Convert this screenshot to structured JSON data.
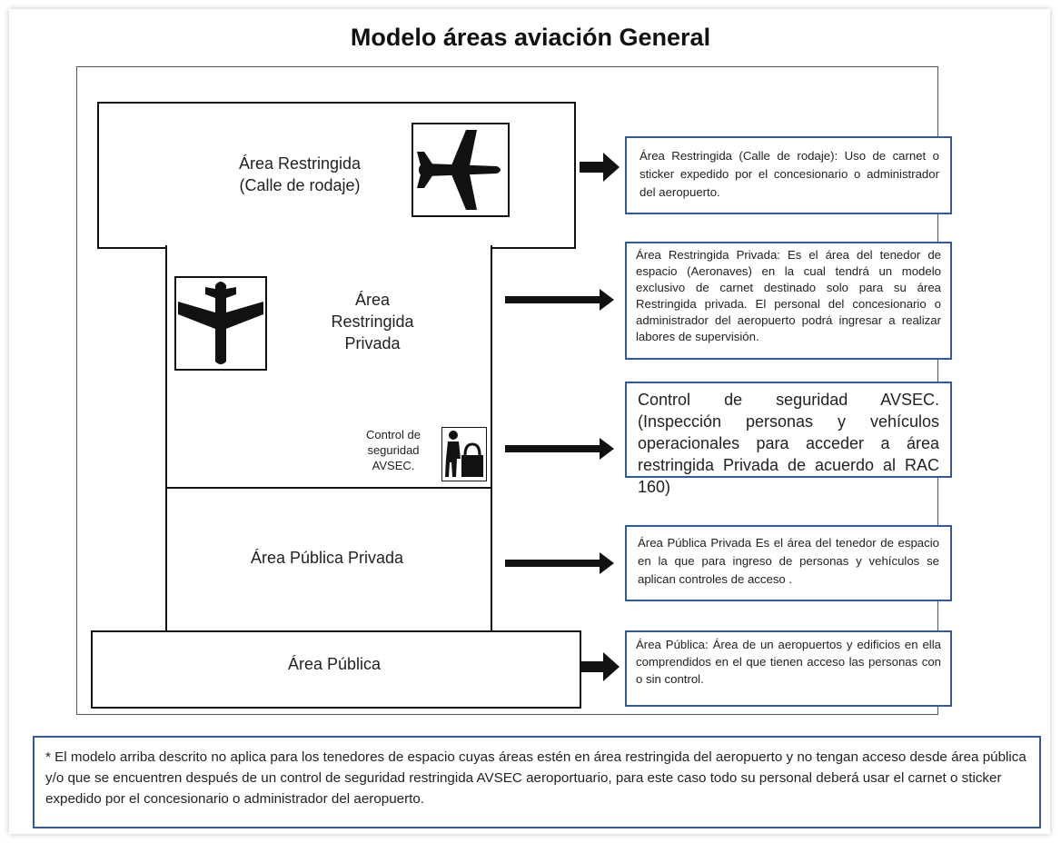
{
  "title": "Modelo áreas aviación General",
  "zones": {
    "restricted_taxiway": [
      "Área Restringida",
      "(Calle de rodaje)"
    ],
    "restricted_private": [
      "Área",
      "Restringida",
      "Privada"
    ],
    "security_control": [
      "Control de",
      "seguridad",
      "AVSEC."
    ],
    "public_private": "Área Pública Privada",
    "public": "Área Pública"
  },
  "descriptions": {
    "restricted_taxiway": "Área Restringida (Calle de rodaje): Uso de carnet o sticker expedido por el concesionario o administrador del aeropuerto.",
    "restricted_private": "Área Restringida Privada: Es el área del tenedor de espacio (Aeronaves) en la cual tendrá un modelo exclusivo de carnet destinado solo para su área Restringida privada.  El personal del concesionario o administrador del aeropuerto podrá ingresar a realizar labores de supervisión.",
    "security_control": "Control de seguridad  AVSEC. (Inspección personas y vehículos operacionales para acceder a área restringida Privada de acuerdo al RAC 160)",
    "public_private": "Área Pública Privada Es el área del tenedor de espacio en la que para ingreso de personas y vehículos se aplican controles de acceso .",
    "public": "Área Pública: Área de un aeropuertos y edificios en ella comprendidos en el que tienen acceso las personas con  o sin control."
  },
  "footnote": "* El modelo arriba descrito no aplica para los tenedores de espacio cuyas áreas estén en área restringida del aeropuerto y no tengan acceso desde área pública y/o que se encuentren después de un control de seguridad restringida AVSEC aeroportuario, para este caso todo su personal deberá usar el carnet o sticker expedido por el concesionario o administrador del aeropuerto.",
  "icons": {
    "taxiway_zone": "airplane-side-icon",
    "private_zone": "airplane-top-icon",
    "control_zone": "security-person-lock-icon",
    "connectors": "right-arrow-icon"
  },
  "colors": {
    "description_border": "#2f5b9a",
    "zone_border": "#111111"
  }
}
